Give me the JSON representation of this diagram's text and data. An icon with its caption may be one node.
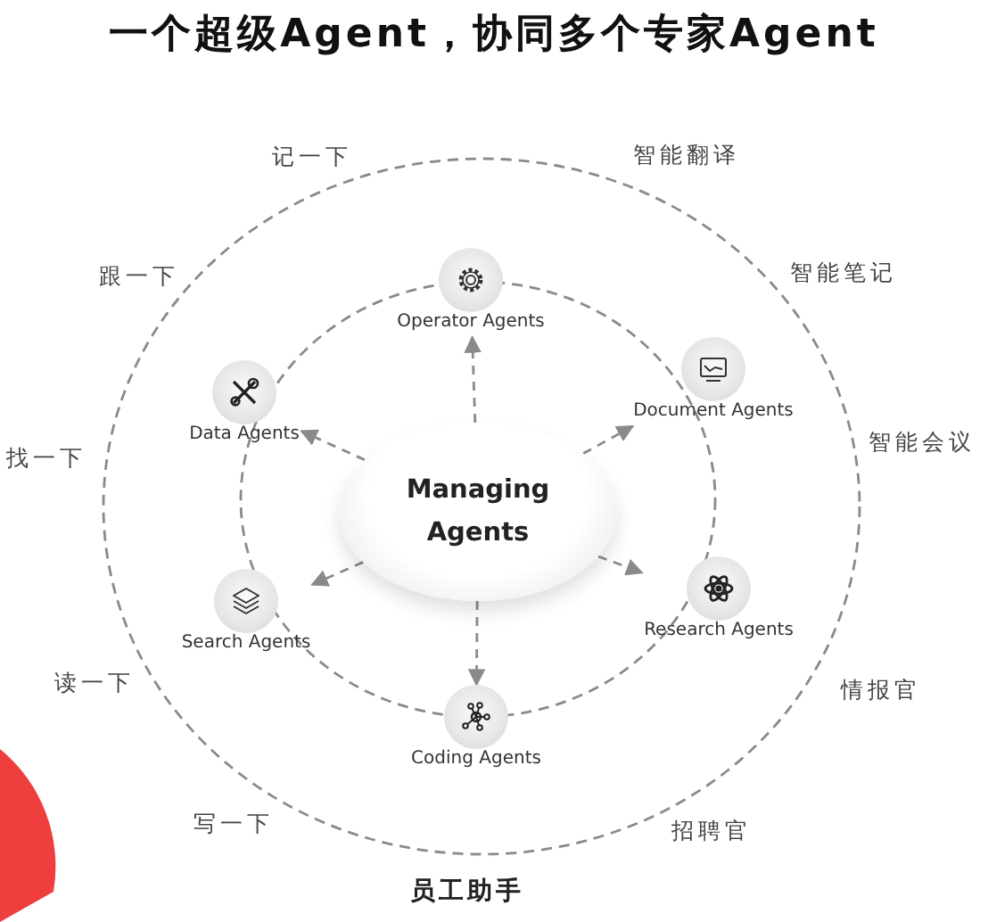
{
  "diagram": {
    "title": "一个超级Agent，协同多个专家Agent",
    "nodes": [
      {
        "text": [
          "Managing Agents"
        ]
      },
      {
        "text": [
          "Operator Agents"
        ]
      },
      {
        "text": [
          "Document Agents"
        ]
      },
      {
        "text": [
          "Research Agents"
        ]
      },
      {
        "text": [
          "Coding Agents"
        ]
      },
      {
        "text": [
          "Search Agents"
        ]
      },
      {
        "text": [
          "Data Agents"
        ]
      }
    ],
    "edges": [
      {
        "from": 0,
        "to": 1,
        "arrow": "to"
      },
      {
        "from": 0,
        "to": 2,
        "arrow": "to"
      },
      {
        "from": 0,
        "to": 3,
        "arrow": "to"
      },
      {
        "from": 0,
        "to": 4,
        "arrow": "to"
      },
      {
        "from": 0,
        "to": 5,
        "arrow": "to"
      },
      {
        "from": 0,
        "to": 6,
        "arrow": "to"
      }
    ],
    "labels": [
      "记一下",
      "智能翻译",
      "跟一下",
      "智能笔记",
      "找一下",
      "智能会议",
      "读一下",
      "情报官",
      "写一下",
      "招聘官",
      "员工助手"
    ]
  }
}
